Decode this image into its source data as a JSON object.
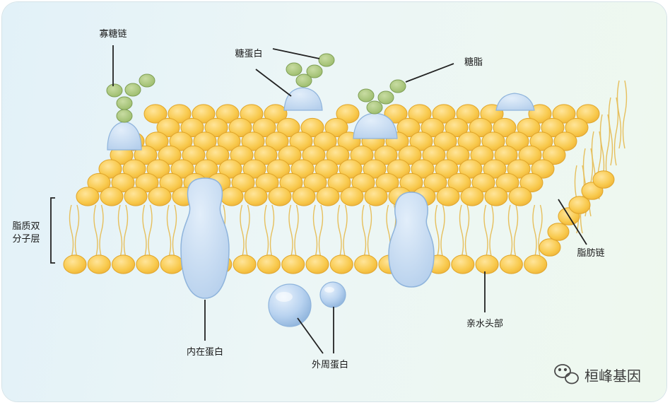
{
  "labels": {
    "oligosaccharide_chain": "寡糖链",
    "glycoprotein": "糖蛋白",
    "glycolipid": "糖脂",
    "bilayer_line1": "脂质双",
    "bilayer_line2": "分子层",
    "fatty_acid_chain": "脂肪链",
    "hydrophilic_head": "亲水头部",
    "integral_protein": "内在蛋白",
    "peripheral_protein": "外周蛋白"
  },
  "watermark": {
    "text": "桓峰基因",
    "icon": "wechat-icon"
  },
  "colors": {
    "head_fill": "#f8c84a",
    "head_stroke": "#e0a52a",
    "tail": "#e6bf5c",
    "protein_fill": "#bdd5ef",
    "protein_stroke": "#8fb4dc",
    "sugar_fill": "#a8c47a",
    "sugar_stroke": "#7f9f55",
    "leader": "#222222"
  }
}
